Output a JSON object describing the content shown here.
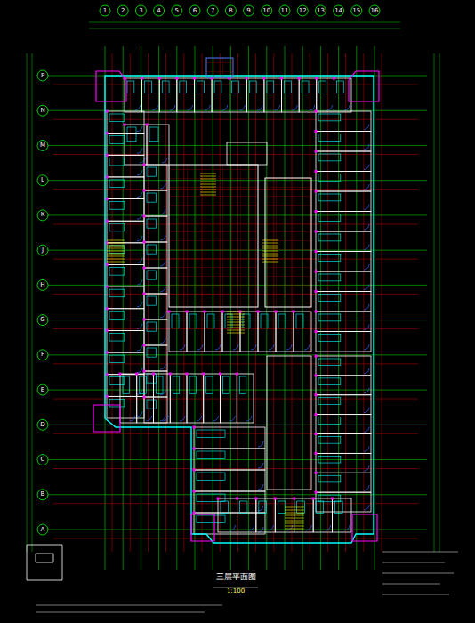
{
  "diagram": {
    "title": "三层平面图",
    "labels": [
      "1",
      "2",
      "3",
      "4",
      "5",
      "6",
      "7",
      "8",
      "9",
      "10",
      "11",
      "12",
      "13",
      "14",
      "15",
      "16",
      "A",
      "B",
      "C",
      "D",
      "E",
      "F",
      "G",
      "H",
      "J",
      "K",
      "L",
      "M",
      "N",
      "P",
      "1:100"
    ]
  }
}
